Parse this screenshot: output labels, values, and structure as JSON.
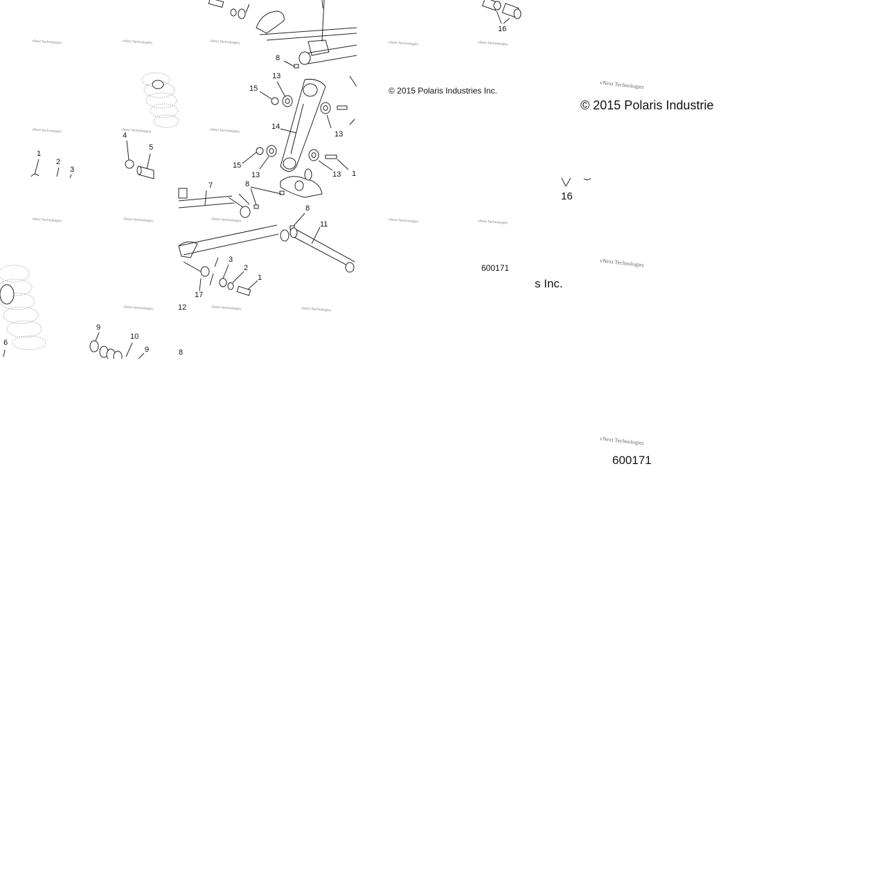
{
  "callouts": {
    "c1a": "1",
    "c2a": "2",
    "c3a": "3",
    "c4": "4",
    "c5": "5",
    "c6": "6",
    "c7": "7",
    "c8a": "8",
    "c8b": "8",
    "c8c": "8",
    "c8d": "8",
    "c9a": "9",
    "c9b": "9",
    "c10": "10",
    "c11": "11",
    "c12": "12",
    "c13a": "13",
    "c13b": "13",
    "c13c": "13",
    "c13d": "13",
    "c14": "14",
    "c15a": "15",
    "c15b": "15",
    "c16a": "16",
    "c16b": "16",
    "c17": "17",
    "c3b": "3",
    "c2b": "2",
    "c1b": "1",
    "c1c": "1"
  },
  "copyright_small": "© 2015 Polaris Industries Inc.",
  "copyright_large": "© 2015 Polaris Industrie",
  "copyright_fragment": "s Inc.",
  "figure_id_small": "600171",
  "figure_id_large": "600171",
  "watermark": "vNext Technologies"
}
